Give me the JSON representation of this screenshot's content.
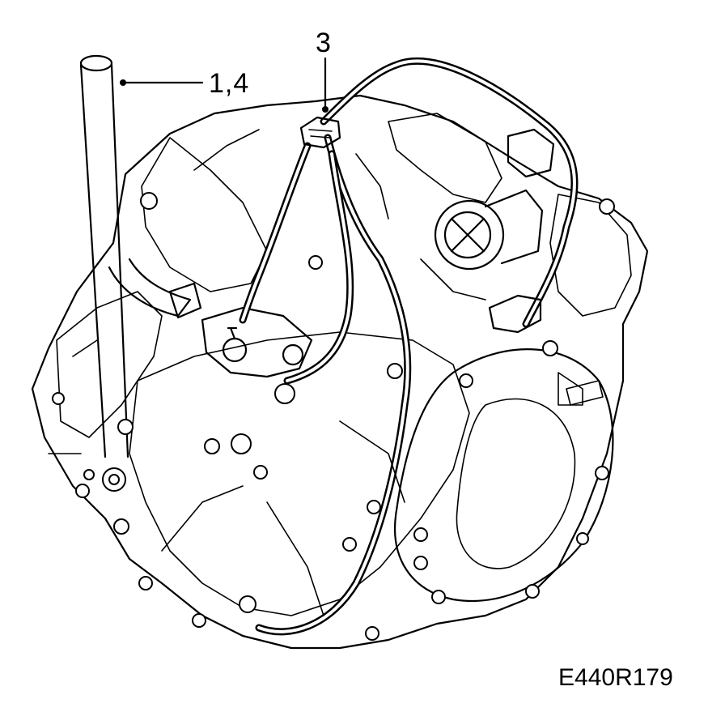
{
  "callouts": {
    "tube": "1,4",
    "connector": "3"
  },
  "figure_code": "E440R179",
  "colors": {
    "line": "#000000",
    "background": "#ffffff"
  }
}
